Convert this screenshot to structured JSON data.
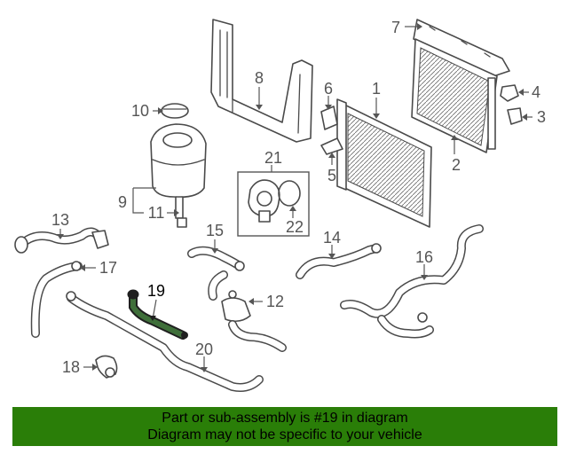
{
  "diagram": {
    "callouts": {
      "c1": "1",
      "c2": "2",
      "c3": "3",
      "c4": "4",
      "c5": "5",
      "c6": "6",
      "c7": "7",
      "c8": "8",
      "c9": "9",
      "c10": "10",
      "c11": "11",
      "c12": "12",
      "c13": "13",
      "c14": "14",
      "c15": "15",
      "c16": "16",
      "c17": "17",
      "c18": "18",
      "c19": "19",
      "c20": "20",
      "c21": "21",
      "c22": "22"
    },
    "highlighted_part": "19"
  },
  "banner": {
    "line1": "Part or sub-assembly is #19 in diagram",
    "line2": "Diagram may not be specific to your vehicle",
    "background_color": "#2a7e08"
  }
}
